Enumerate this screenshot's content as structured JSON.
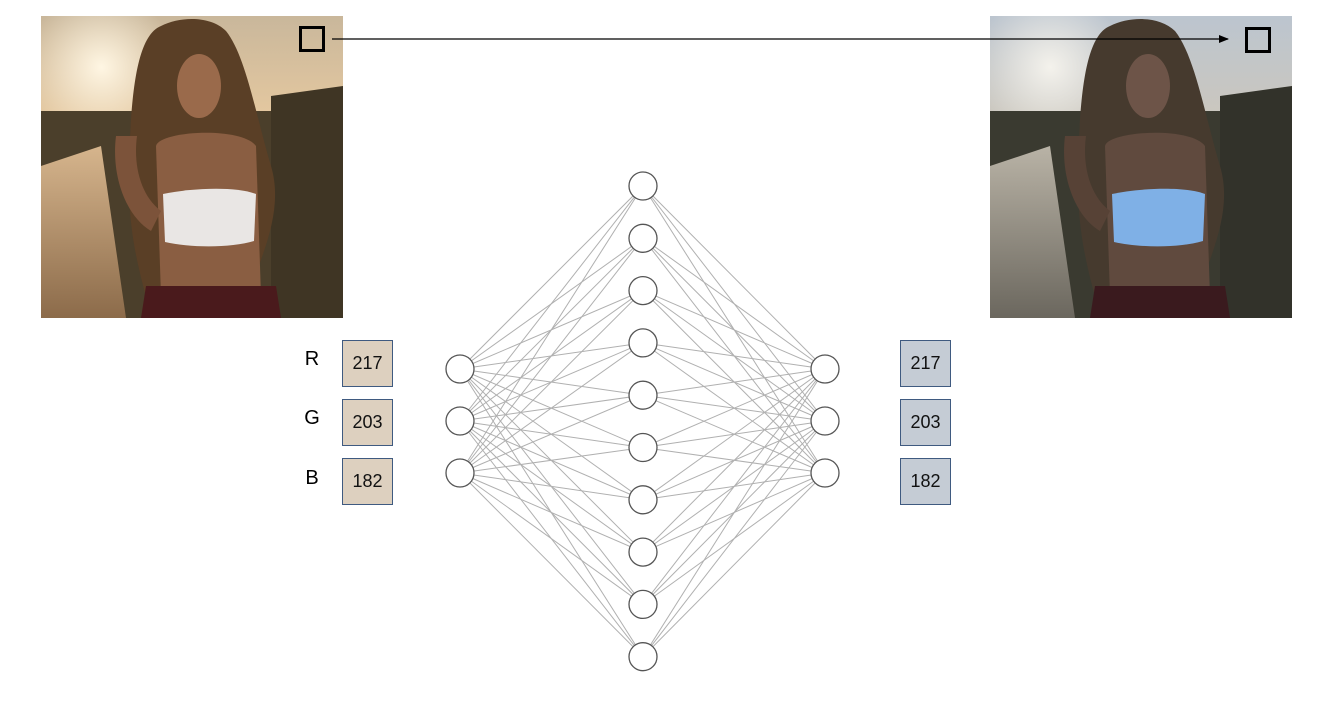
{
  "diagram": {
    "channels": [
      "R",
      "G",
      "B"
    ],
    "input_values": [
      "217",
      "203",
      "182"
    ],
    "output_values": [
      "217",
      "203",
      "182"
    ],
    "network": {
      "input_nodes": 3,
      "hidden_nodes": 10,
      "output_nodes": 3,
      "connection": "fully-connected"
    },
    "colors": {
      "input_value_fill": "#ddd0bf",
      "output_value_fill": "#c5ccd5",
      "node_stroke": "#555555",
      "edge_stroke": "#b0b0b0",
      "arrow": "#000000"
    },
    "images": {
      "left": "photo of woman in white top at sunset (warm tone)",
      "right": "same photo color-graded (cool tone)"
    }
  }
}
